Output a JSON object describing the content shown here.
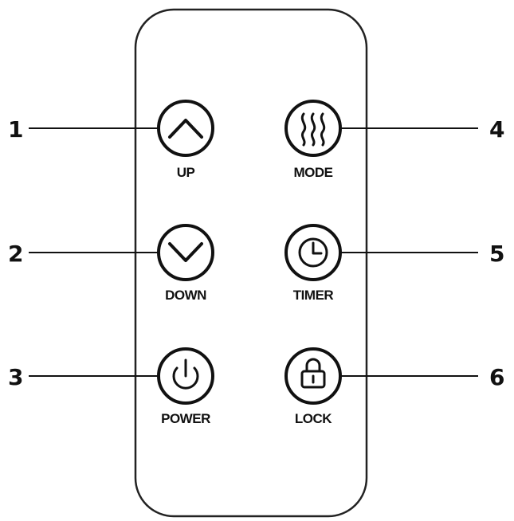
{
  "buttons": {
    "up": {
      "label": "UP",
      "icon": "chevron-up-icon",
      "callout": "1"
    },
    "down": {
      "label": "DOWN",
      "icon": "chevron-down-icon",
      "callout": "2"
    },
    "power": {
      "label": "POWER",
      "icon": "power-icon",
      "callout": "3"
    },
    "mode": {
      "label": "MODE",
      "icon": "heat-waves-icon",
      "callout": "4"
    },
    "timer": {
      "label": "TIMER",
      "icon": "clock-icon",
      "callout": "5"
    },
    "lock": {
      "label": "LOCK",
      "icon": "padlock-icon",
      "callout": "6"
    }
  },
  "colors": {
    "line": "#111111",
    "background": "#ffffff"
  }
}
